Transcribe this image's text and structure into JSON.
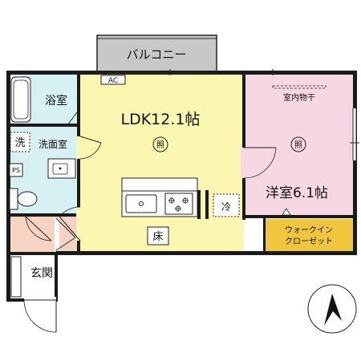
{
  "rooms": {
    "balcony": "バルコニー",
    "ldk": "LDK12.1帖",
    "bedroom": "洋室6.1帖",
    "bath": "浴室",
    "washroom": "洗面室",
    "entrance": "玄関",
    "walk_in_closet_line1": "ウォークイン",
    "walk_in_closet_line2": "クローゼット"
  },
  "labels": {
    "ac": "AC",
    "ps": "PS",
    "washer": "洗",
    "light": "照",
    "floor_heating": "床",
    "fridge": "冷",
    "indoor_drying": "室内物干"
  },
  "colors": {
    "ldk": "#fbf6b0",
    "bedroom": "#f7d7e3",
    "wet_area": "#d6f0f4",
    "closet": "#f2c53f",
    "entrance": "#f6d3c3",
    "balcony": "#c8c8c8",
    "wall": "#1a1a1a"
  }
}
